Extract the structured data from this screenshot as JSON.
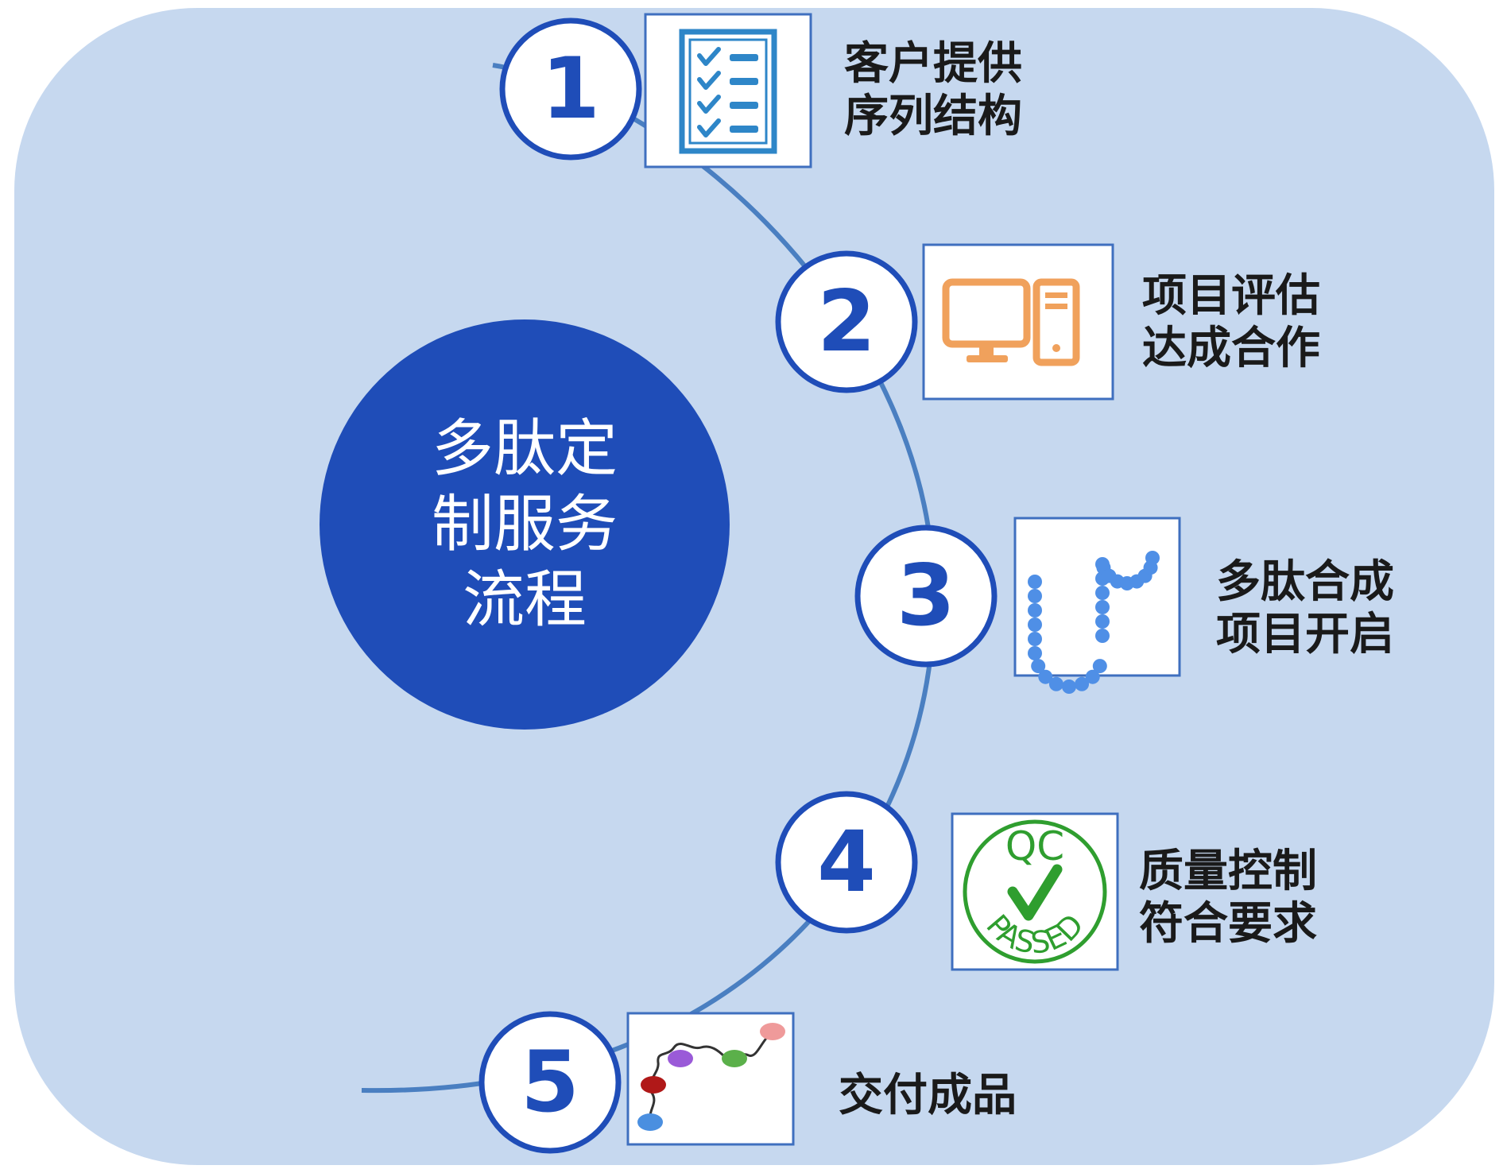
{
  "colors": {
    "panel_background": "#c6d8ef",
    "center_circle": "#1f4db8",
    "curve": "#4a7fc1",
    "step_circle_stroke": "#1f4db8",
    "step_number": "#1f4db8",
    "label_text": "#1a1a1a",
    "card_border": "#3f6fbf"
  },
  "center": {
    "title_lines": [
      "多肽定",
      "制服务",
      "流程"
    ]
  },
  "steps": [
    {
      "number": "1",
      "label_lines": [
        "客户提供",
        "序列结构"
      ],
      "icon": "checklist-icon"
    },
    {
      "number": "2",
      "label_lines": [
        "项目评估",
        "达成合作"
      ],
      "icon": "computer-icon"
    },
    {
      "number": "3",
      "label_lines": [
        "多肽合成",
        "项目开启"
      ],
      "icon": "peptide-chain-icon"
    },
    {
      "number": "4",
      "label_lines": [
        "质量控制",
        "符合要求"
      ],
      "icon": "qc-passed-stamp-icon"
    },
    {
      "number": "5",
      "label_lines": [
        "交付成品"
      ],
      "icon": "peptide-product-icon"
    }
  ],
  "qc_stamp": {
    "top_text": "QC",
    "bottom_text": "PASSED"
  }
}
